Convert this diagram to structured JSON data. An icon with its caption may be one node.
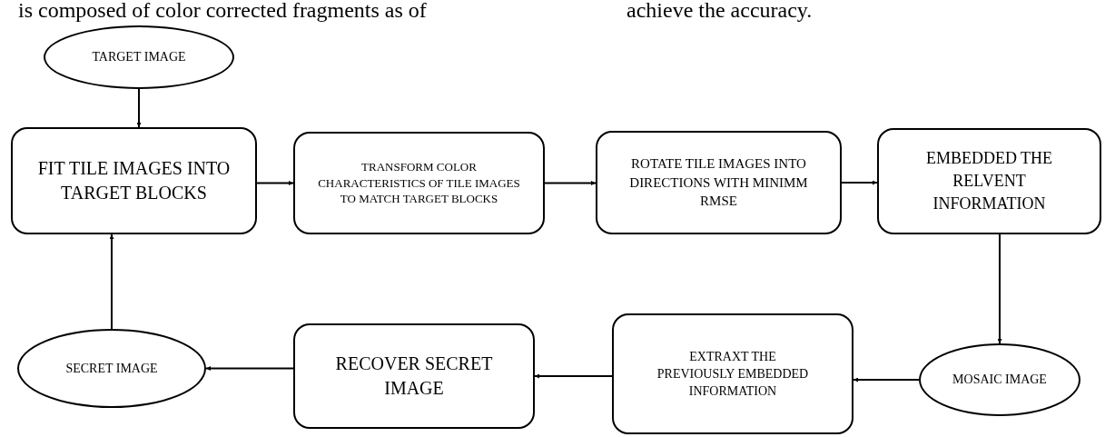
{
  "diagram": {
    "nodes": [
      {
        "text": [
          "TARGET IMAGE"
        ]
      },
      {
        "text": [
          "FIT TILE IMAGES INTO TARGET BLOCKS"
        ]
      },
      {
        "text": [
          "TRANSFORM COLOR CHARACTERISTICS OF TILE IMAGES TO MATCH TARGET BLOCKS"
        ]
      },
      {
        "text": [
          "ROTATE  TILE IMAGES INTO DIRECTIONS WITH MINIMM RMSE"
        ]
      },
      {
        "text": [
          "EMBEDDED THE RELVENT INFORMATION"
        ]
      },
      {
        "text": [
          "SECRET IMAGE"
        ]
      },
      {
        "text": [
          "RECOVER SECRET IMAGE"
        ]
      },
      {
        "text": [
          "EXTRAXT THE PREVIOUSLY EMBEDDED INFORMATION"
        ]
      },
      {
        "text": [
          "MOSAIC IMAGE"
        ]
      }
    ],
    "edges": [
      {
        "from": 0,
        "to": 1,
        "arrow": "to"
      },
      {
        "from": 1,
        "to": 2,
        "arrow": "to"
      },
      {
        "from": 2,
        "to": 3,
        "arrow": "to"
      },
      {
        "from": 3,
        "to": 4,
        "arrow": "to"
      },
      {
        "from": 4,
        "to": 8,
        "arrow": "to"
      },
      {
        "from": 8,
        "to": 7,
        "arrow": "to"
      },
      {
        "from": 7,
        "to": 6,
        "arrow": "to"
      },
      {
        "from": 6,
        "to": 5,
        "arrow": "to"
      },
      {
        "from": 5,
        "to": 1,
        "arrow": "to"
      }
    ],
    "labels": [
      "is composed of color corrected fragments as of",
      "achieve the accuracy."
    ]
  }
}
